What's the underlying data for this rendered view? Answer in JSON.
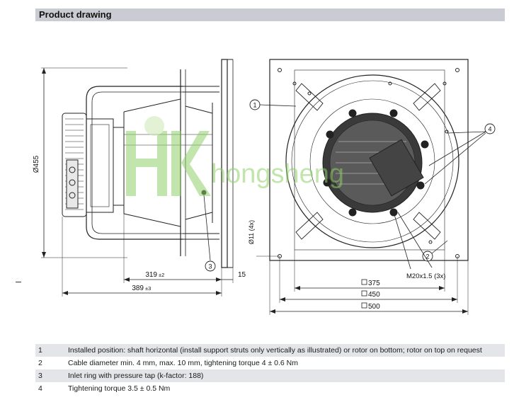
{
  "header": {
    "title": "Product drawing"
  },
  "dimensions": {
    "diameter_455": "Ø455",
    "d319": "319",
    "t319": "±2",
    "d389": "389",
    "t389": "±3",
    "d15": "15",
    "hole": "Ø11 (4x)",
    "sq375": "375",
    "sq450": "450",
    "sq500": "500",
    "thread": "M20x1.5 (3x)"
  },
  "callouts": {
    "c1": "1",
    "c2": "2",
    "c3": "3",
    "c4": "4"
  },
  "watermark": {
    "text": "hongsheng"
  },
  "notes": [
    {
      "num": "1",
      "text": "Installed position: shaft horizontal (install support struts only vertically as illustrated) or rotor on bottom; rotor on top on request"
    },
    {
      "num": "2",
      "text": "Cable diameter min. 4 mm, max. 10 mm, tightening torque 4 ± 0.6 Nm"
    },
    {
      "num": "3",
      "text": "Inlet ring with pressure tap (k-factor: 188)"
    },
    {
      "num": "4",
      "text": "Tightening torque 3.5 ± 0.5 Nm"
    }
  ]
}
